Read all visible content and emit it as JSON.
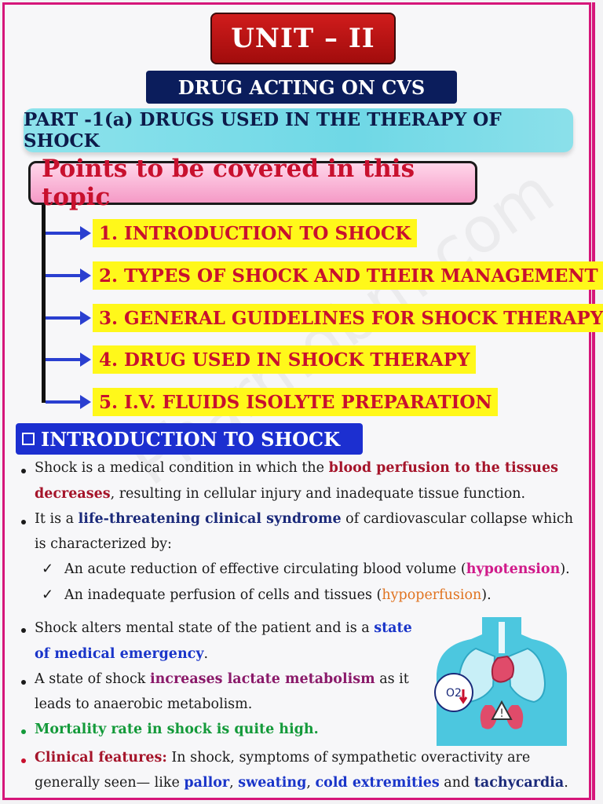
{
  "header": {
    "unit": "UNIT – II",
    "subject": "DRUG ACTING ON CVS",
    "part": "PART -1(a) DRUGS USED IN THE THERAPY OF SHOCK"
  },
  "points": {
    "title": "Points to be covered in this topic",
    "items": [
      "1. INTRODUCTION TO SHOCK",
      "2. TYPES OF SHOCK AND THEIR MANAGEMENT",
      "3. GENERAL GUIDELINES FOR SHOCK THERAPY",
      "4. DRUG USED IN SHOCK THERAPY",
      "5. I.V. FLUIDS ISOLYTE PREPARATION"
    ]
  },
  "intro": {
    "heading": "INTRODUCTION TO SHOCK",
    "b1_a": "Shock is a medical condition in which the ",
    "b1_b": "blood perfusion to the tissues",
    "b1_c": "decreases",
    "b1_d": ", resulting in cellular injury and inadequate tissue function.",
    "b2_a": "It is a ",
    "b2_b": "life-threatening clinical syndrome",
    "b2_c": " of cardiovascular collapse which",
    "b2_d": "is characterized by:",
    "c1_a": "An acute reduction of effective circulating blood volume (",
    "c1_b": "hypotension",
    "c1_c": ").",
    "c2_a": "An inadequate perfusion of cells and tissues (",
    "c2_b": "hypoperfusion",
    "c2_c": ").",
    "b3_a": "Shock alters mental state of the patient and is a ",
    "b3_b": "state",
    "b3_c": "of medical emergency",
    "b3_d": ".",
    "b4_a": "A state of shock ",
    "b4_b": "increases lactate metabolism",
    "b4_c": " as it",
    "b4_d": "leads to anaerobic metabolism.",
    "b5": "Mortality rate in shock is quite high.",
    "b6_a": "Clinical features:",
    "b6_b": " In shock, symptoms of sympathetic overactivity are",
    "b6_c": "generally seen— like ",
    "b6_d": "pallor",
    "b6_e": ", ",
    "b6_f": "sweating",
    "b6_g": ", ",
    "b6_h": "cold extremities",
    "b6_i": " and ",
    "b6_j": "tachycardia",
    "b6_k": "."
  },
  "illustration": {
    "icon": "torso-lungs-heart-kidneys-icon",
    "o2_label": "O2"
  },
  "watermark": "Pharmdbm.com",
  "colors": {
    "frame": "#d6167a",
    "unit_bg": "#c41414",
    "subject_bg": "#0b1d5c",
    "part_bg": "#7adbe8",
    "highlight": "#fff81a",
    "heading_bg": "#1c2fd0"
  }
}
